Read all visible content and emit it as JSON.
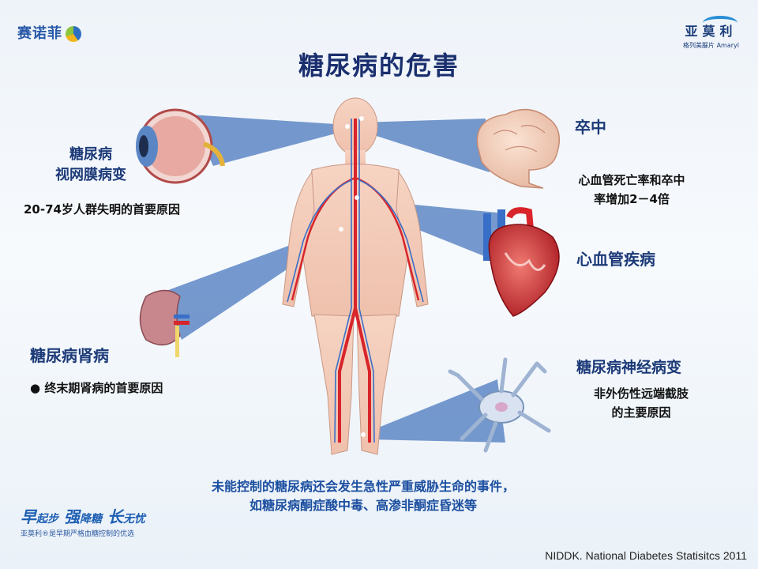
{
  "logos": {
    "left_text": "赛诺菲",
    "right_brand": "亚莫利",
    "right_sub": "格列美脲片 Amaryl"
  },
  "title": "糖尿病的危害",
  "eye": {
    "title_line1": "糖尿病",
    "title_line2": "视网膜病变",
    "desc": "20-74岁人群失明的首要原因"
  },
  "kidney": {
    "title": "糖尿病肾病",
    "bullet": "●",
    "desc": "终末期肾病的首要原因"
  },
  "stroke": {
    "title": "卒中",
    "desc_line1": "心血管死亡率和卒中",
    "desc_line2": "率增加2－4倍"
  },
  "heart": {
    "title": "心血管疾病"
  },
  "nerve": {
    "title": "糖尿病神经病变",
    "desc_line1": "非外伤性远端截肢",
    "desc_line2": "的主要原因"
  },
  "bottom": {
    "line1": "未能控制的糖尿病还会发生急性严重威胁生命的事件，",
    "line2": "如糖尿病酮症酸中毒、高渗非酮症昏迷等"
  },
  "footer": {
    "w1": "早",
    "w2": "起步",
    "w3": "强",
    "w4": "降糖",
    "w5": "长",
    "w6": "无忧",
    "slogan": "亚莫利®是早期严格血糖控制的优选"
  },
  "source": "NIDDK. National Diabetes Statisitcs 2011",
  "colors": {
    "title": "#1a2f6e",
    "ray": "#5b84c4",
    "artery": "#d8242a",
    "vein": "#3a6fc7"
  }
}
